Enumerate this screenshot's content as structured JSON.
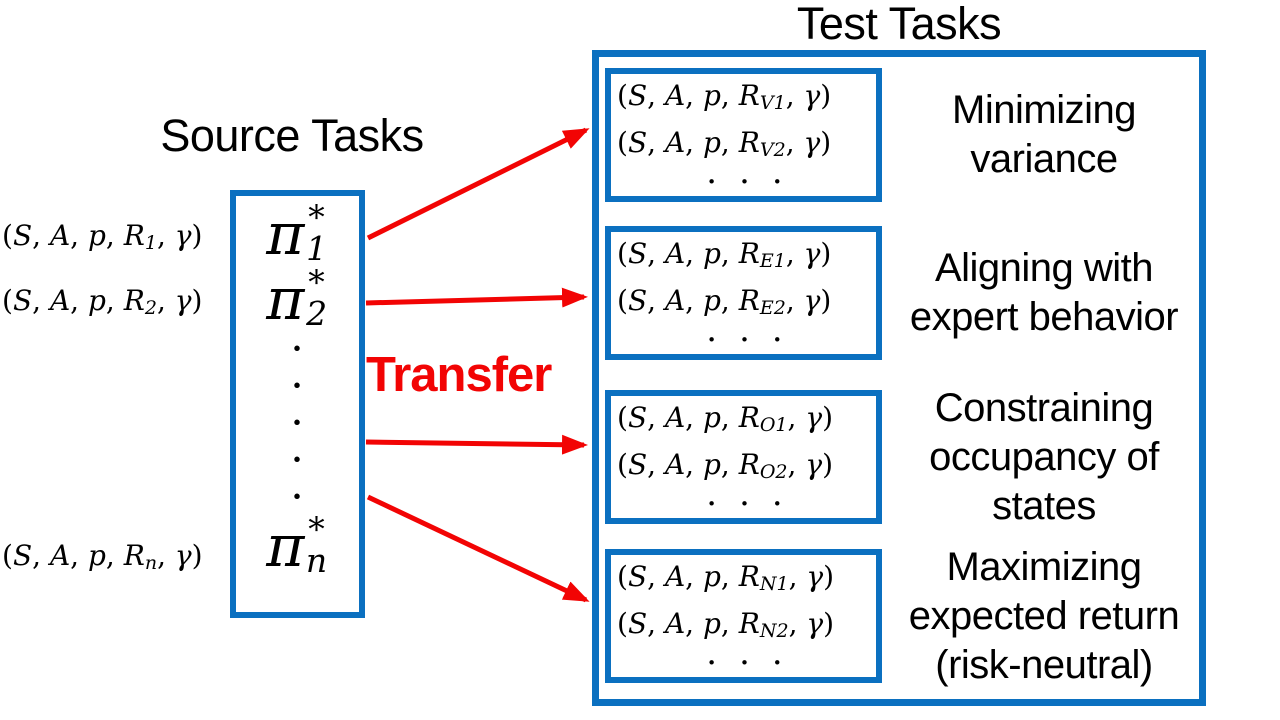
{
  "titles": {
    "source": "Source Tasks",
    "test": "Test Tasks",
    "transfer": "Transfer"
  },
  "colors": {
    "box_blue": "#0b70c0",
    "arrow_red": "#f20404",
    "text_black": "#000000",
    "background": "#ffffff"
  },
  "math": {
    "open": "(",
    "sep": ", ",
    "S": "S",
    "A": "A",
    "p": "p",
    "R": "R",
    "gamma": "γ",
    "close": ")",
    "pi": "π",
    "star": "∗",
    "dot": "·"
  },
  "source_tasks": {
    "tuple_subs": [
      "1",
      "2",
      "n"
    ],
    "policy_subs": [
      "1",
      "2",
      "n"
    ],
    "vdots_count": 5
  },
  "test_tasks": {
    "hdots_count": 3,
    "groups": [
      {
        "subs": [
          "V1",
          "V2"
        ],
        "label_lines": [
          "Minimizing",
          "variance"
        ]
      },
      {
        "subs": [
          "E1",
          "E2"
        ],
        "label_lines": [
          "Aligning with",
          "expert behavior"
        ]
      },
      {
        "subs": [
          "O1",
          "O2"
        ],
        "label_lines": [
          "Constraining",
          "occupancy of",
          "states"
        ]
      },
      {
        "subs": [
          "N1",
          "N2"
        ],
        "label_lines": [
          "Maximizing",
          "expected return",
          "(risk-neutral)"
        ]
      }
    ]
  }
}
